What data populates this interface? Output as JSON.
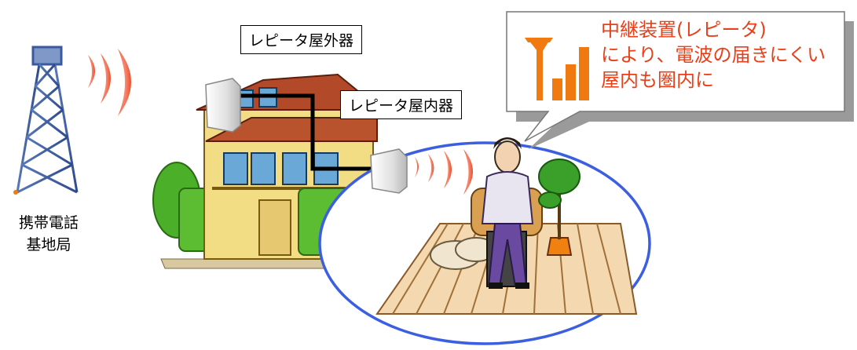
{
  "base_station": {
    "line1": "携帯電話",
    "line2": "基地局"
  },
  "outdoor_unit": {
    "label": "レピータ屋外器"
  },
  "indoor_unit": {
    "label": "レピータ屋内器"
  },
  "callout": {
    "line1": "中継装置(レピータ)",
    "line2": "により、電波の届きにくい",
    "line3": "屋内も圏内に"
  },
  "colors": {
    "signal_red": "#e8401a",
    "antenna_orange": "#f07a10",
    "coverage_blue": "#3b5fe0",
    "tower_blue": "#3a5aa0"
  },
  "icons": [
    "cell-tower-icon",
    "signal-waves-icon",
    "antenna-bars-icon",
    "house-icon",
    "repeater-unit-icon",
    "person-on-phone-icon",
    "plant-icon"
  ]
}
